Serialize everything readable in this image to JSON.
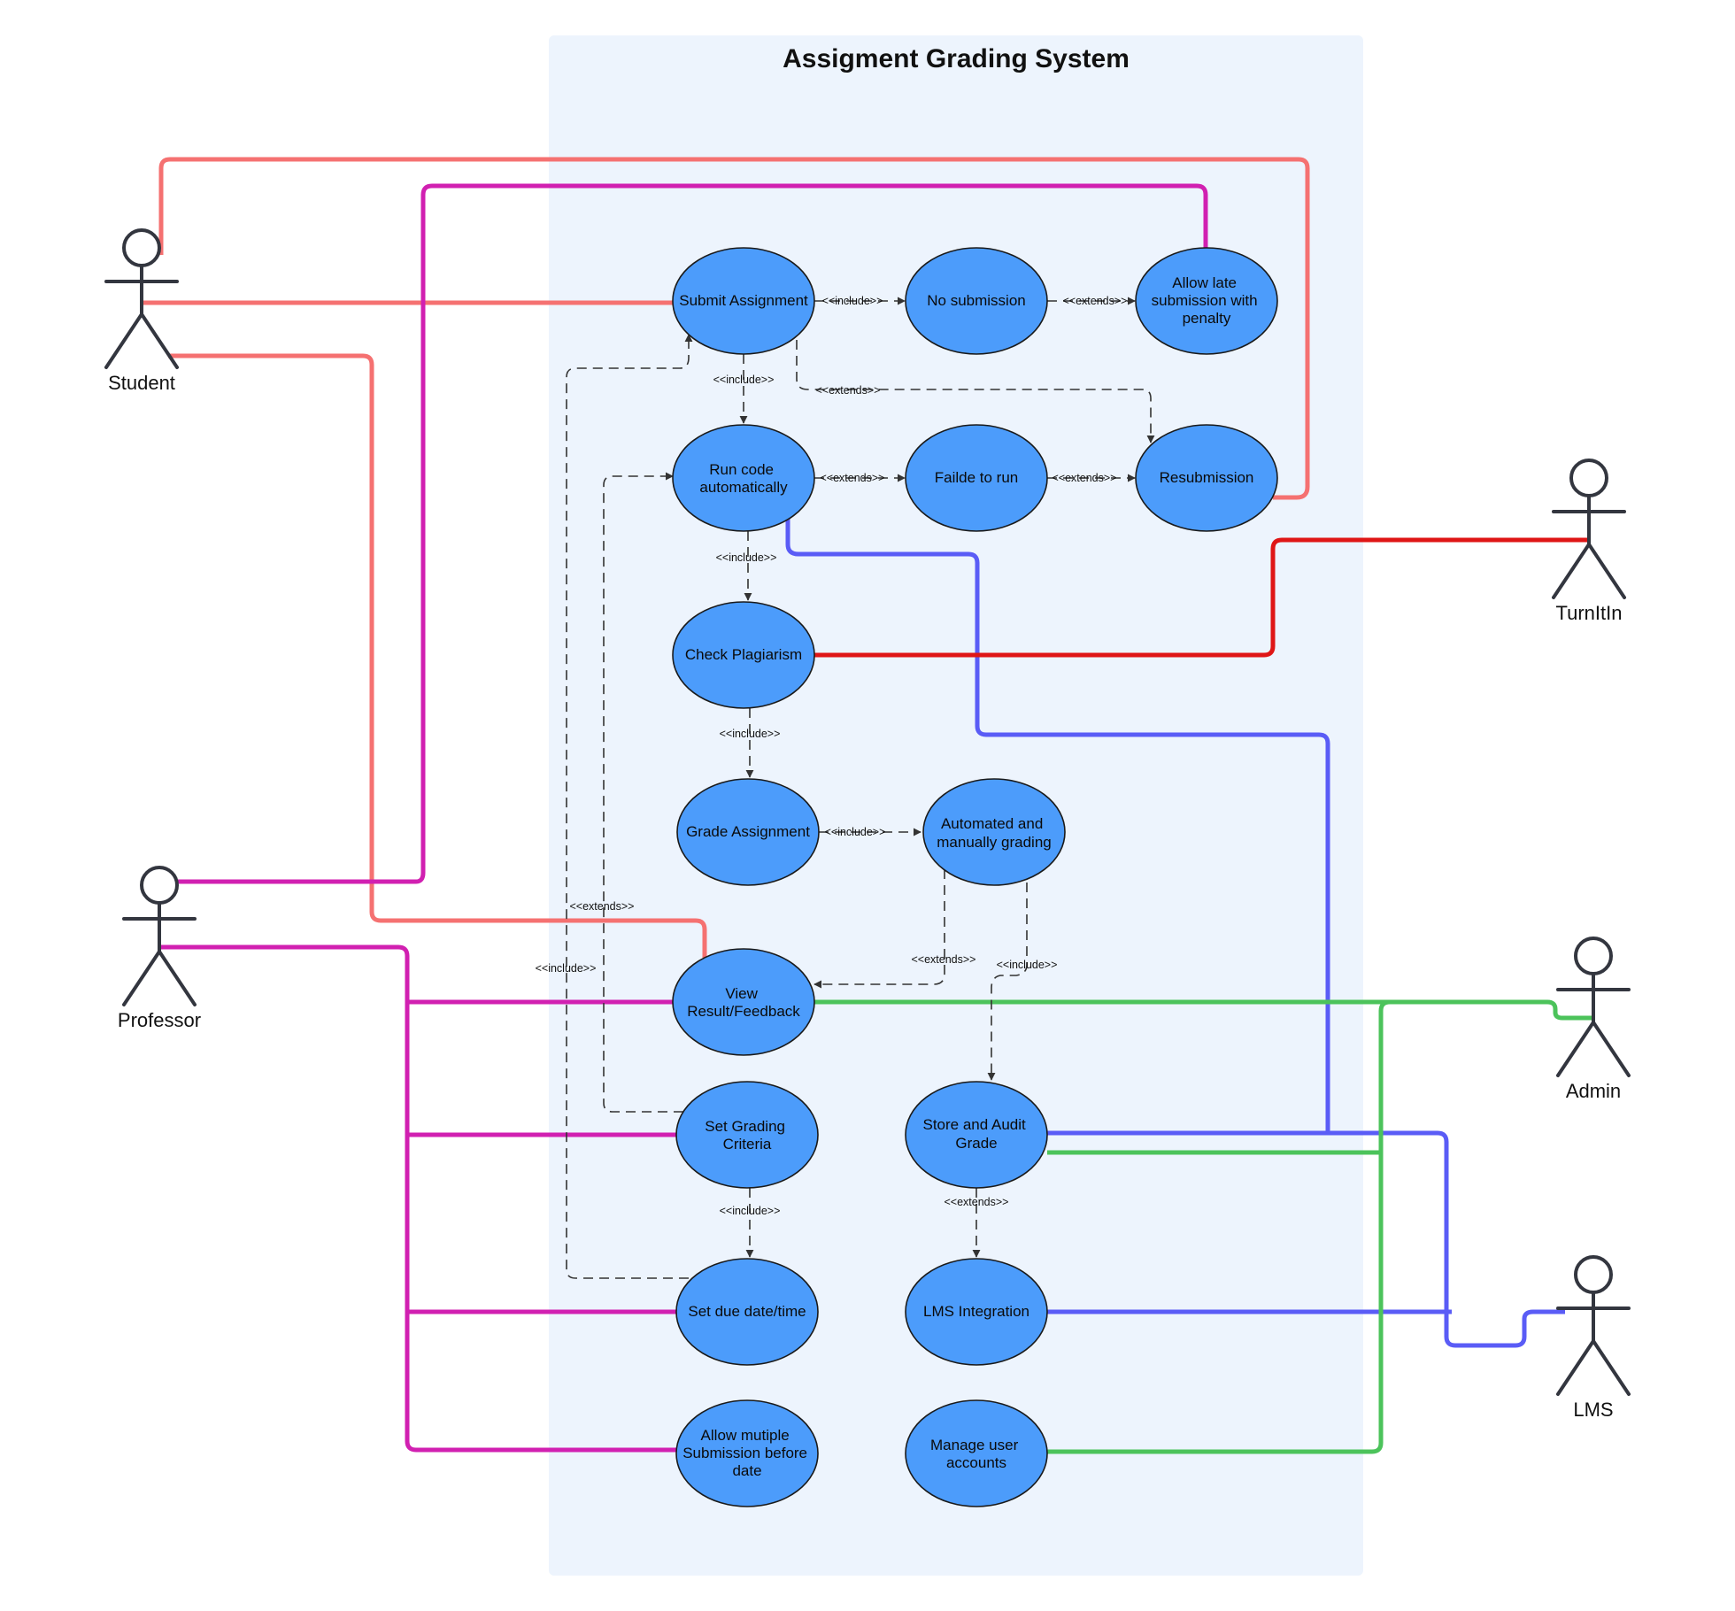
{
  "title": "Assigment Grading System",
  "actors": {
    "student": "Student",
    "professor": "Professor",
    "turnitin": "TurnItIn",
    "admin": "Admin",
    "lms": "LMS"
  },
  "use_cases": {
    "submit": [
      "Submit Assignment"
    ],
    "no_submission": [
      "No submission"
    ],
    "allow_late": [
      "Allow late",
      "submission with",
      "penalty"
    ],
    "run_code": [
      "Run code",
      "automatically"
    ],
    "failed_run": [
      "Failde to run"
    ],
    "resubmission": [
      "Resubmission"
    ],
    "check_plag": [
      "Check Plagiarism"
    ],
    "grade": [
      "Grade Assignment"
    ],
    "auto_manual": [
      "Automated and",
      "manually grading"
    ],
    "view_result": [
      "View",
      "Result/Feedback"
    ],
    "set_criteria": [
      "Set Grading",
      "Criteria"
    ],
    "store_audit": [
      "Store and Audit",
      "Grade"
    ],
    "set_due": [
      "Set due date/time"
    ],
    "lms_integration": [
      "LMS Integration"
    ],
    "allow_multiple": [
      "Allow mutiple",
      "Submission before",
      "date"
    ],
    "manage_users": [
      "Manage user",
      "accounts"
    ]
  },
  "relations": {
    "include": "<<include>>",
    "extends": "<<extends>>"
  },
  "colors": {
    "boundary": "#edf4fd",
    "use_case": "#4c9cfb",
    "student_link": "#f57171",
    "professor_link": "#d120b1",
    "system_link": "#5a5cf6",
    "turnitin_link": "#df1616",
    "admin_link": "#4cc35b"
  }
}
